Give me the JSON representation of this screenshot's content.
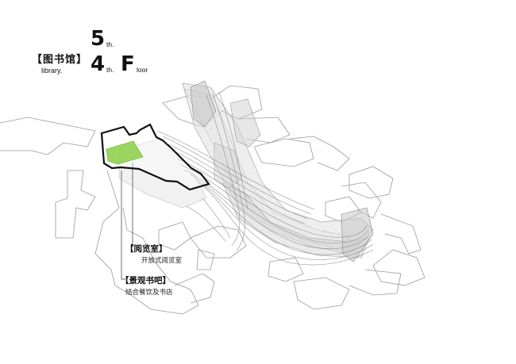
{
  "title": {
    "cn": "【图书馆】",
    "en": "library.",
    "floor5_num": "5",
    "floor5_suffix": "th.",
    "floor4_num": "4",
    "floor4_suffix": "th.",
    "floor_letter": "F",
    "floor_suffix": "loor"
  },
  "labels": [
    {
      "cn": "【阅览室】",
      "sub": "开放式阅览室"
    },
    {
      "cn": "【景观书吧】",
      "sub": "结合餐饮及书店"
    }
  ],
  "colors": {
    "highlight": "#8fd14f",
    "outline": "#111111",
    "linework": "#9a9a9a",
    "volume_fill": "#d9d9d9"
  }
}
